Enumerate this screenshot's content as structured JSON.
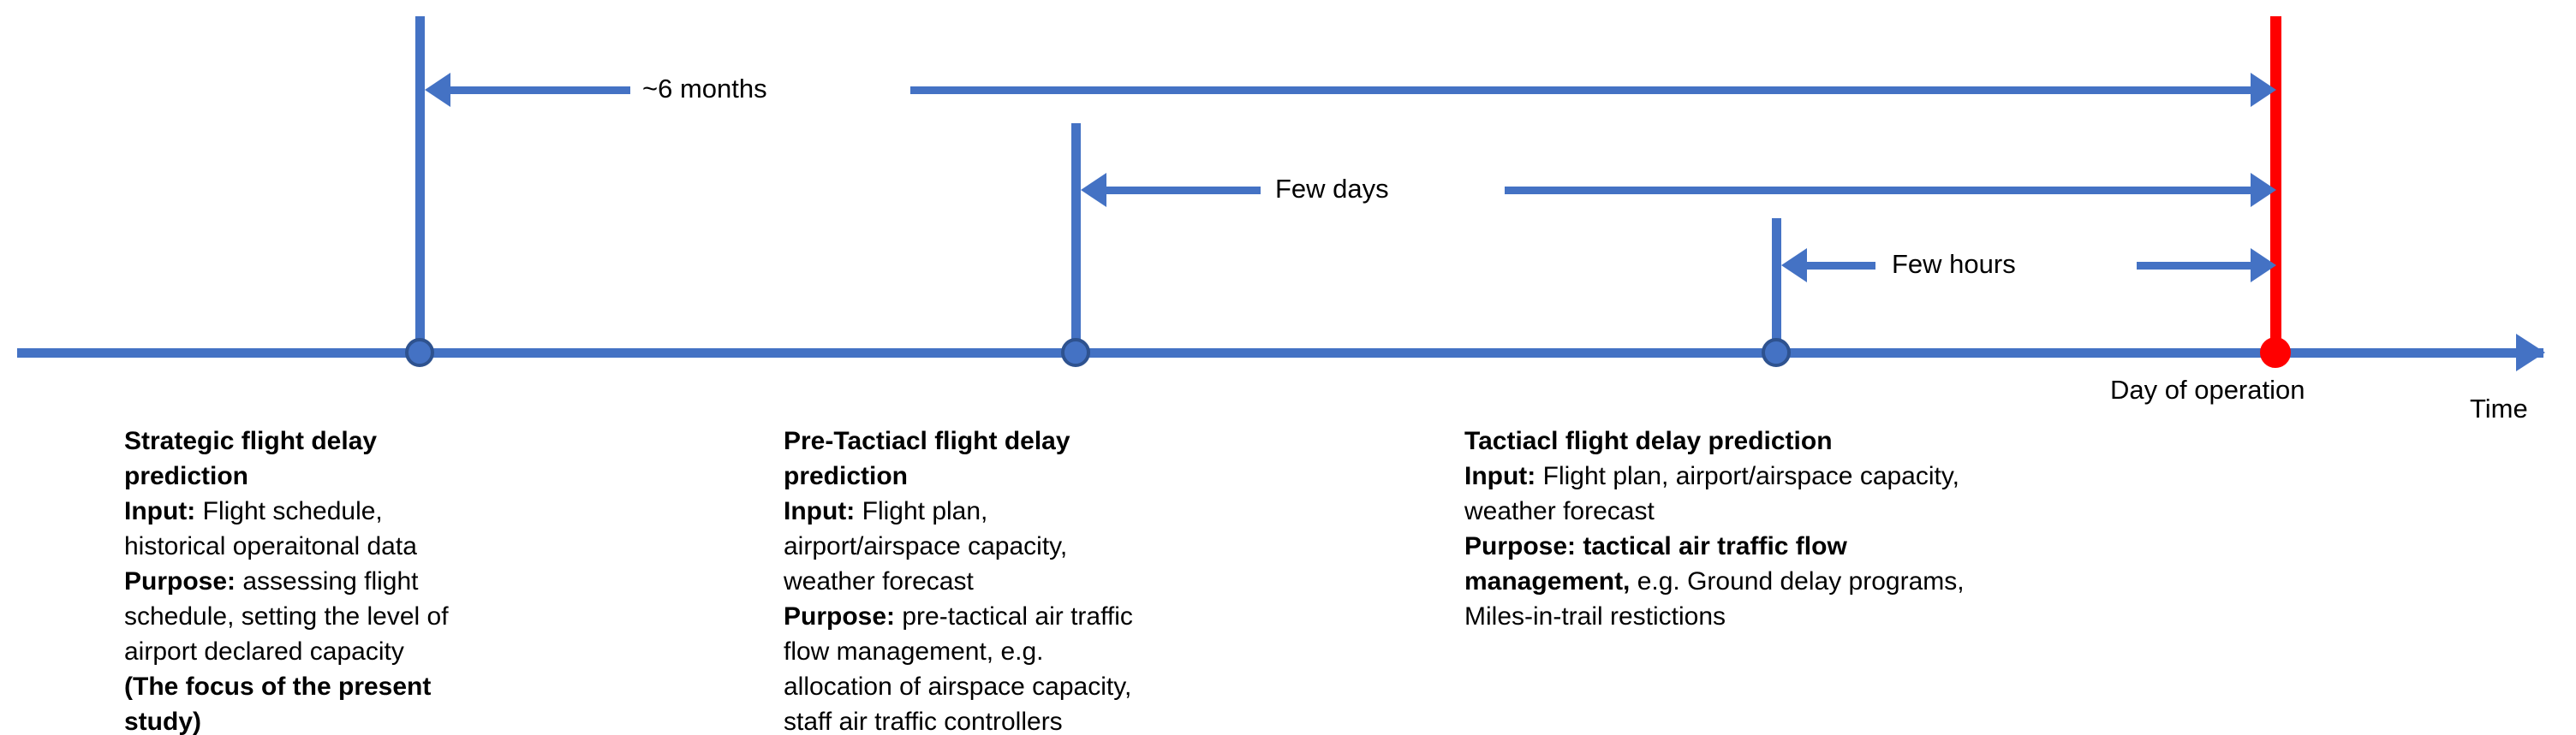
{
  "timeline": {
    "axis_label": "Time",
    "day_of_operation_label": "Day of operation",
    "spans": [
      {
        "label": "~6 months"
      },
      {
        "label": "Few days"
      },
      {
        "label": "Few hours"
      }
    ]
  },
  "blocks": [
    {
      "title": "Strategic flight delay prediction",
      "input_lead": "Input:",
      "input_text": " Flight schedule, historical operaitonal data",
      "purpose_lead": "Purpose:",
      "purpose_text": " assessing flight schedule, setting the level of airport declared capacity",
      "footnote": "(The focus of the present study)"
    },
    {
      "title": "Pre-Tactiacl flight delay prediction",
      "input_lead": "Input:",
      "input_text": " Flight plan, airport/airspace capacity, weather forecast",
      "purpose_lead": "Purpose:",
      "purpose_text": " pre-tactical air traffic flow management, e.g. allocation of airspace capacity, staff air traffic controllers",
      "footnote": ""
    },
    {
      "title": "Tactiacl flight delay prediction",
      "input_lead": "Input:",
      "input_text": " Flight plan, airport/airspace capacity, weather forecast",
      "purpose_lead": "Purpose: tactical air traffic flow management,",
      "purpose_text": " e.g. Ground delay programs, Miles-in-trail restictions",
      "footnote": ""
    }
  ],
  "colors": {
    "blue": "#4472C4",
    "blue_ring": "#2E528F",
    "red": "#FF0000",
    "text": "#000000",
    "background": "#FFFFFF"
  }
}
